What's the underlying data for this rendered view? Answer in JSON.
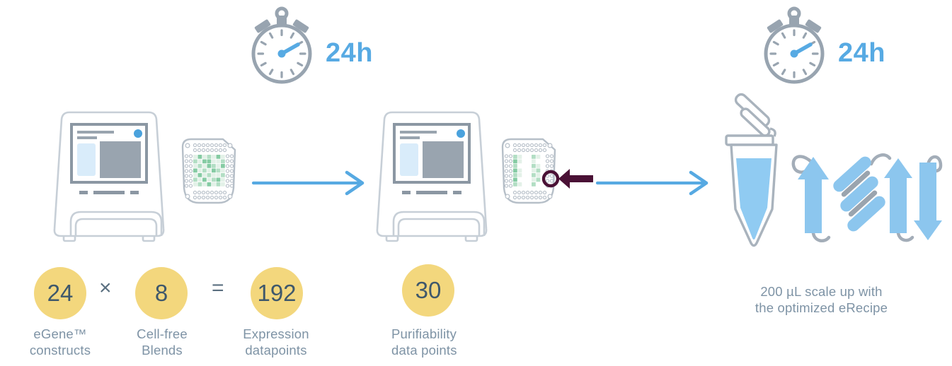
{
  "colors": {
    "accent_blue": "#57aae3",
    "icon_gray": "#98a4b0",
    "outline_gray": "#c7cfd7",
    "screen_frame": "#8b97a3",
    "screen_gray": "#99a4af",
    "panel_light_blue": "#d9ecfa",
    "circle_yellow": "#f3d77d",
    "number_dark": "#3f586b",
    "label_gray": "#7e93a5",
    "highlight_maroon": "#4a1135",
    "liquid_blue": "#90cbf2",
    "protein_blue": "#8cc6ee",
    "loop_gray": "#a3adb8",
    "well_greens": [
      "#ffffff",
      "#e3f1e8",
      "#b2dec4",
      "#85cba3"
    ]
  },
  "icons": {
    "stopwatch": "timer/stopwatch glyph",
    "analyzer_machine": "benchtop instrument with touchscreen",
    "microplate": "96-well microplate",
    "flow_arrow": "right arrow",
    "well_highlight": "circled well with left-pointing arrow",
    "microtube": "open microcentrifuge tube with liquid",
    "protein": "protein secondary-structure cartoon"
  },
  "timer_left": {
    "duration": "24h"
  },
  "timer_right": {
    "duration": "24h"
  },
  "equation": {
    "construct_count": "24",
    "construct_label_line1": "eGene™",
    "construct_label_line2": "constructs",
    "multiply_sign": "×",
    "blend_count": "8",
    "blend_label_line1": "Cell-free",
    "blend_label_line2": "Blends",
    "equals_sign": "=",
    "result_count": "192",
    "result_label_line1": "Expression",
    "result_label_line2": "datapoints"
  },
  "purifiability": {
    "count": "30",
    "label_line1": "Purifiability",
    "label_line2": "data points"
  },
  "scale_up": {
    "line1": "200 µL scale up with",
    "line2": "the optimized eRecipe"
  },
  "plates": {
    "expression_plate_pattern": [
      "1312131",
      "2133112",
      "1213213",
      "3121321",
      "1312112",
      "2131231",
      "1213121"
    ],
    "purification_plate_pattern": [
      "2100210",
      "3100100",
      "2000210",
      "3100120",
      "2100210",
      "3000120",
      "2100200"
    ]
  }
}
